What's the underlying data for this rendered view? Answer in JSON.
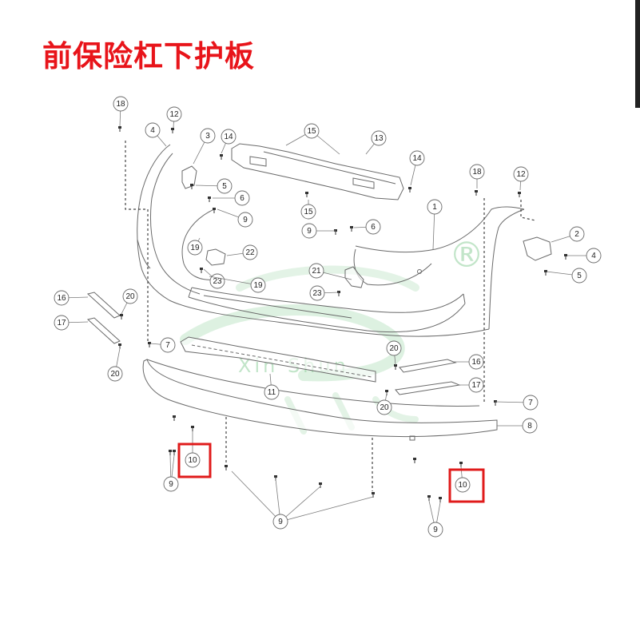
{
  "title": "前保险杠下护板",
  "watermark": {
    "text": "Xin Shun",
    "symbol": "®"
  },
  "colors": {
    "title": "#e8141a",
    "highlight_box": "#e01b1b",
    "line_art": "#6a6a6a",
    "watermark": "#8fcf9c"
  },
  "callouts": [
    "18",
    "12",
    "4",
    "3",
    "14",
    "15",
    "13",
    "14",
    "18",
    "12",
    "5",
    "6",
    "15",
    "9",
    "1",
    "2",
    "9",
    "6",
    "4",
    "19",
    "22",
    "5",
    "21",
    "23",
    "19",
    "23",
    "16",
    "20",
    "17",
    "7",
    "20",
    "20",
    "16",
    "11",
    "17",
    "20",
    "7",
    "8",
    "10",
    "9",
    "9",
    "10",
    "9"
  ]
}
